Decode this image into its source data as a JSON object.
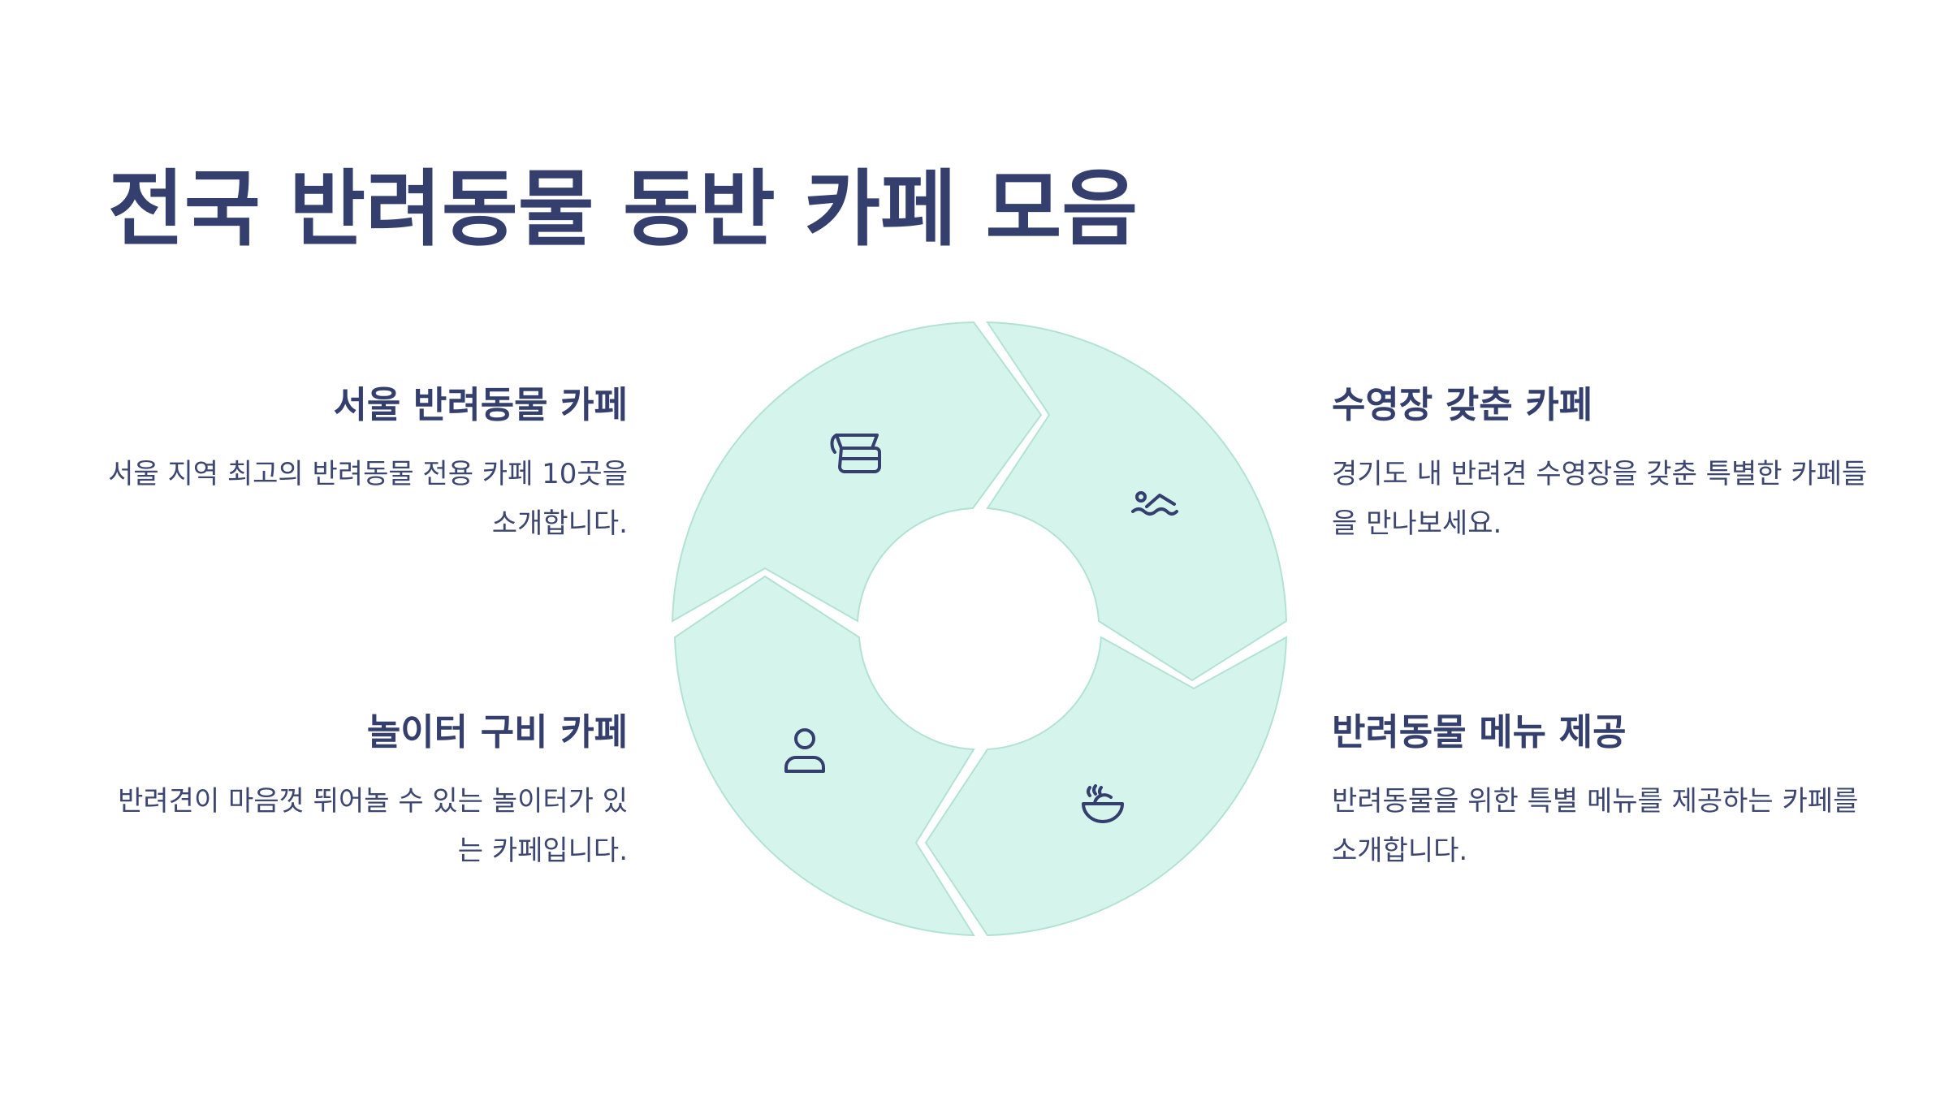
{
  "title": "전국 반려동물 동반 카페 모음",
  "colors": {
    "segment_fill": "#d5f4ec",
    "segment_stroke": "#b3e2d3",
    "text": "#343f6e",
    "icon": "#343f6e"
  },
  "items": {
    "top_left": {
      "heading": "서울 반려동물 카페",
      "description": "서울 지역 최고의 반려동물 전용 카페 10곳을 소개합니다.",
      "icon": "coffee-pot-icon"
    },
    "top_right": {
      "heading": "수영장 갖춘 카페",
      "description": "경기도 내 반려견 수영장을 갖춘 특별한 카페들을 만나보세요.",
      "icon": "swimmer-icon"
    },
    "bottom_left": {
      "heading": "놀이터 구비 카페",
      "description": "반려견이 마음껏 뛰어놀 수 있는 놀이터가 있는 카페입니다.",
      "icon": "person-icon"
    },
    "bottom_right": {
      "heading": "반려동물 메뉴 제공",
      "description": "반려동물을 위한 특별 메뉴를 제공하는 카페를 소개합니다.",
      "icon": "food-bowl-icon"
    }
  }
}
